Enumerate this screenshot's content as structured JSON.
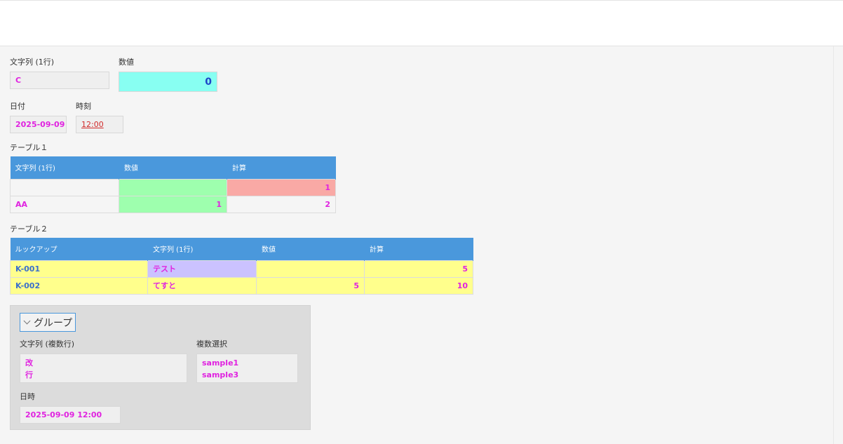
{
  "form": {
    "text_single": {
      "label": "文字列 (1行)",
      "value": "C"
    },
    "number": {
      "label": "数値",
      "value": "0"
    },
    "date": {
      "label": "日付",
      "value": "2025-09-09"
    },
    "time": {
      "label": "時刻",
      "value": "12:00"
    }
  },
  "table1": {
    "title": "テーブル１",
    "headers": [
      "文字列 (1行)",
      "数値",
      "計算"
    ],
    "rows": [
      [
        "",
        "",
        "1"
      ],
      [
        "AA",
        "1",
        "2"
      ]
    ]
  },
  "table2": {
    "title": "テーブル２",
    "headers": [
      "ルックアップ",
      "文字列 (1行)",
      "数値",
      "計算"
    ],
    "rows": [
      [
        "K-001",
        "テスト",
        "",
        "5"
      ],
      [
        "K-002",
        "てすと",
        "5",
        "10"
      ]
    ]
  },
  "group": {
    "toggle_label": "グループ",
    "text_multi": {
      "label": "文字列 (複数行)",
      "lines": [
        "改",
        "行"
      ]
    },
    "multi_select": {
      "label": "複数選択",
      "values": [
        "sample1",
        "sample3"
      ]
    },
    "datetime": {
      "label": "日時",
      "value": "2025-09-09 12:00"
    }
  },
  "colors": {
    "header_bg": "#4a98dc",
    "value_text": "#e023e0",
    "number_text": "#1d46c8",
    "number_field_bg": "#88fff2",
    "green_cell": "#9effae",
    "red_cell": "#f9a9a5",
    "yellow_cell": "#ffff8c",
    "purple_cell": "#cbc2ff",
    "lookup_text": "#3a6fcc"
  }
}
